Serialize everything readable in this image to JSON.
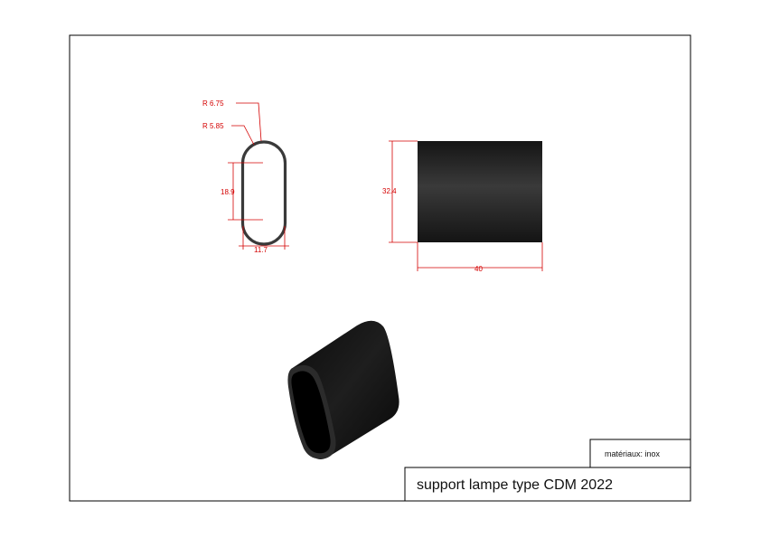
{
  "title_block": {
    "title": "support lampe type CDM 2022",
    "material": "matériaux: inox"
  },
  "dimensions": {
    "outer_radius": "R 6.75",
    "inner_radius": "R 5.85",
    "straight_length": "18.9",
    "width": "11.7",
    "height": "32.4",
    "length": "40"
  },
  "colors": {
    "dimension": "#d40000",
    "part": "#1a1a1a",
    "frame": "#000000"
  }
}
